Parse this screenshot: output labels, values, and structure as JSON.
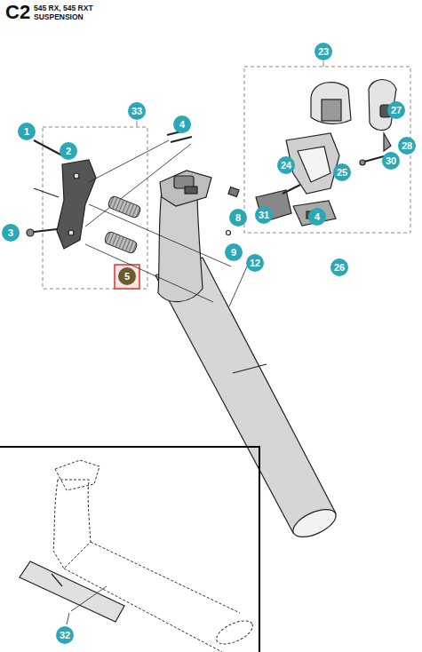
{
  "diagram": {
    "title": "C2",
    "labels": [
      "545 RX, 545 RXT",
      "SUSPENSION",
      "23",
      "33",
      "1",
      "4",
      "27",
      "25",
      "2",
      "28",
      "24",
      "30",
      "31",
      "8",
      "3",
      "4",
      "9",
      "12",
      "5",
      "26",
      "32"
    ]
  }
}
